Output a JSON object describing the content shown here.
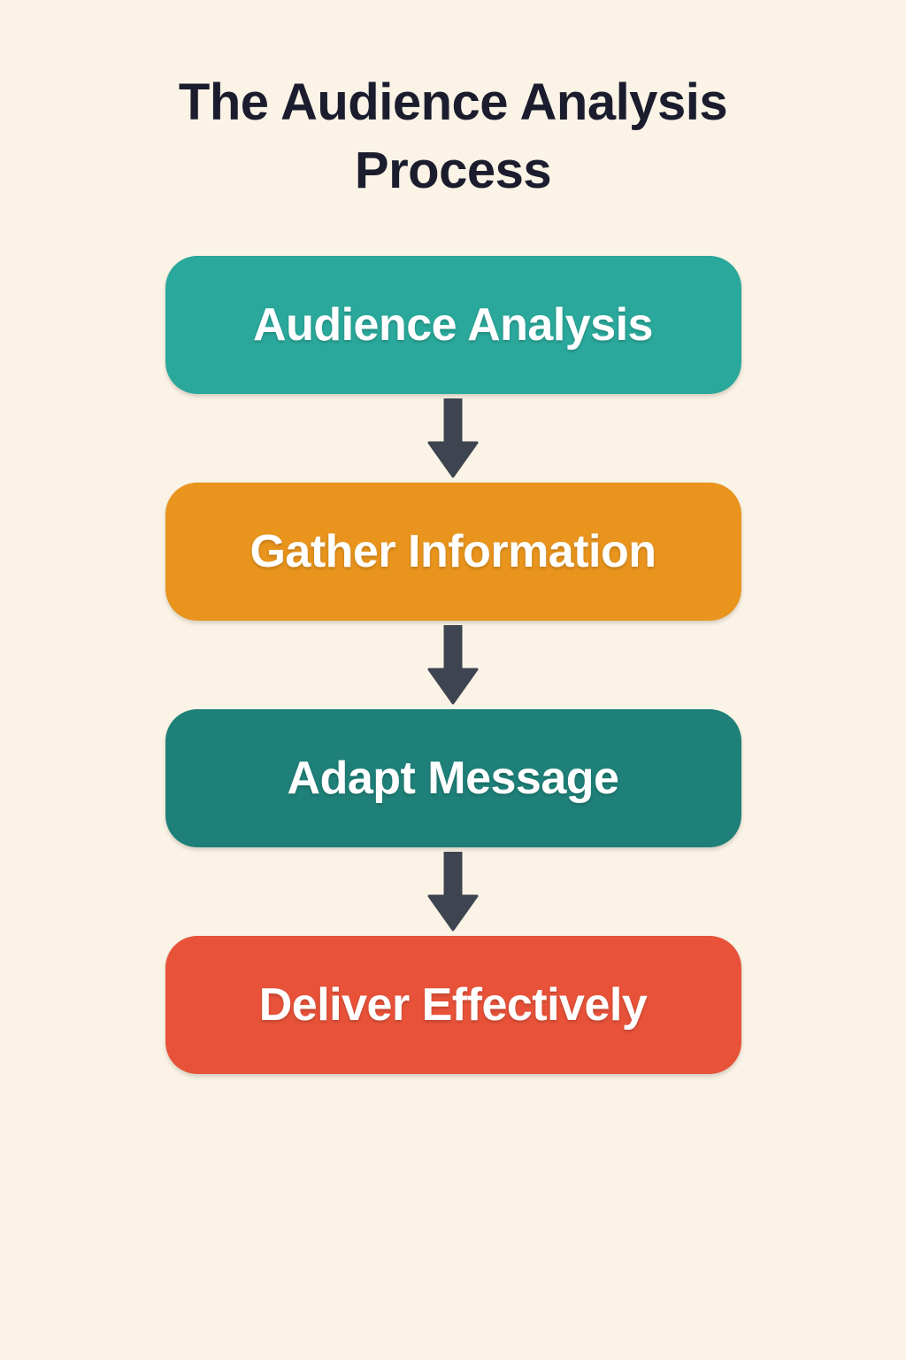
{
  "title": {
    "text": "The Audience Analysis Process",
    "lines": [
      "The Audience Analysis",
      "Process"
    ],
    "color": "#1b1d2e"
  },
  "flow": {
    "background_color": "#faf3e6",
    "arrow_color": "#3e4450",
    "step_text_color": "#ffffff",
    "steps": [
      {
        "label": "Audience Analysis",
        "color": "#2aa89b"
      },
      {
        "label": "Gather Information",
        "color": "#e8941d"
      },
      {
        "label": "Adapt Message",
        "color": "#1e8078"
      },
      {
        "label": "Deliver Effectively",
        "color": "#e75239"
      }
    ]
  }
}
